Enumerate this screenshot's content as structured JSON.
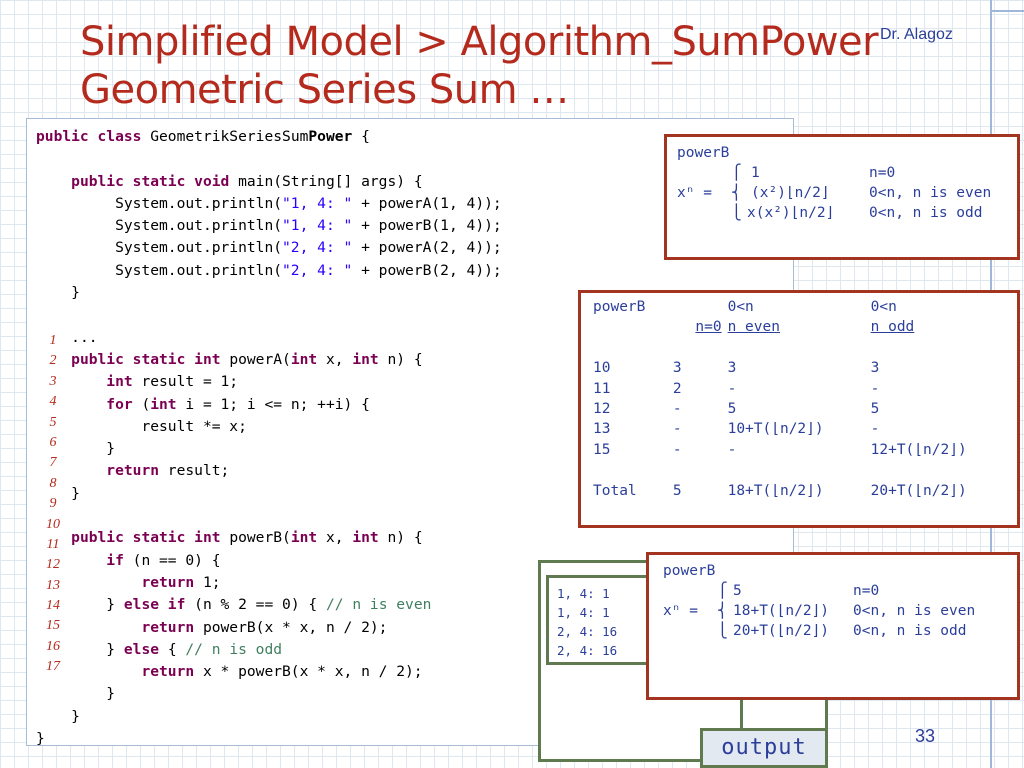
{
  "slide": {
    "title_line1": "Simplified Model > Algorithm_SumPower",
    "title_line2": "Geometric Series Sum …",
    "author": "Dr. Alagoz",
    "page_number": "33",
    "colors": {
      "title": "#b42a1c",
      "accent": "#2b3f9a",
      "keyword": "#7b0052",
      "string": "#2a00ff",
      "comment": "#3f7f5f",
      "box_border": "#a33420",
      "output_border": "#5e7a4e"
    }
  },
  "code": {
    "l1": {
      "k1": "public class ",
      "n1": "GeometrikSeriesSum",
      "b1": "Power",
      "n2": " {"
    },
    "l3": {
      "k1": "public static void ",
      "n1": "main(String[] args) {"
    },
    "l4": {
      "n1": "System.out.println(",
      "s1": "\"1, 4: \"",
      "n2": " + powerA(1, 4));"
    },
    "l5": {
      "n1": "System.out.println(",
      "s1": "\"1, 4: \"",
      "n2": " + powerB(1, 4));"
    },
    "l6": {
      "n1": "System.out.println(",
      "s1": "\"2, 4: \"",
      "n2": " + powerA(2, 4));"
    },
    "l7": {
      "n1": "System.out.println(",
      "s1": "\"2, 4: \"",
      "n2": " + powerB(2, 4));"
    },
    "l8": {
      "n1": "}"
    },
    "l10": {
      "n1": "..."
    },
    "l11": {
      "k1": "public static int ",
      "n1": "powerA(",
      "k2": "int",
      "n2": " x, ",
      "k3": "int",
      "n3": " n) {"
    },
    "l12": {
      "k1": "int",
      "n1": " result = 1;"
    },
    "l13": {
      "k1": "for",
      "n1": " (",
      "k2": "int",
      "n2": " i = 1; i <= n; ++i) {"
    },
    "l14": {
      "n1": "result *= x;"
    },
    "l15": {
      "n1": "}"
    },
    "l16": {
      "k1": "return",
      "n1": " result;"
    },
    "l17": {
      "n1": "}"
    },
    "l19": {
      "k1": "public static int ",
      "n1": "powerB(",
      "k2": "int",
      "n2": " x, ",
      "k3": "int",
      "n3": " n) {"
    },
    "l20": {
      "k1": "if",
      "n1": " (n == 0) {"
    },
    "l21": {
      "k1": "return",
      "n1": " 1;"
    },
    "l22": {
      "n1": "} ",
      "k1": "else if",
      "n2": " (n % 2 == 0) { ",
      "c1": "// n is even"
    },
    "l23": {
      "k1": "return",
      "n1": " powerB(x * x, n / 2);"
    },
    "l24": {
      "n1": "} ",
      "k1": "else",
      "n2": " { ",
      "c1": "// n is odd"
    },
    "l25": {
      "k1": "return",
      "n1": " x * powerB(x * x, n / 2);"
    },
    "l26": {
      "n1": "}"
    },
    "l27": {
      "n1": "}"
    },
    "l28": {
      "n1": "}"
    }
  },
  "line_numbers": [
    "1",
    "2",
    "3",
    "4",
    "5",
    "6",
    "7",
    "8",
    "9",
    "10",
    "11",
    "12",
    "13",
    "14",
    "15",
    "16",
    "17"
  ],
  "formula_box": {
    "label": "powerB",
    "lhs": "xⁿ =",
    "brace_top": "⎧",
    "brace_mid": "⎨",
    "brace_bot": "⎩",
    "cases": [
      {
        "expr": "1",
        "cond": "n=0"
      },
      {
        "expr": "(x²)⌊n/2⌋",
        "cond": "0<n, n is even"
      },
      {
        "expr": "x(x²)⌊n/2⌋",
        "cond": "0<n, n is odd"
      }
    ]
  },
  "cost_table": {
    "header1": [
      "powerB",
      "",
      "0<n",
      "0<n"
    ],
    "header2": [
      "",
      "n=0",
      "n even",
      "n odd"
    ],
    "rows": [
      [
        "10",
        "3",
        "3",
        "3"
      ],
      [
        "11",
        "2",
        "-",
        "-"
      ],
      [
        "12",
        "-",
        "5",
        "5"
      ],
      [
        "13",
        "-",
        "10+T(⌊n/2⌋)",
        "-"
      ],
      [
        "15",
        "-",
        "-",
        "12+T(⌊n/2⌋)"
      ]
    ],
    "total": [
      "Total",
      "5",
      "18+T(⌊n/2⌋)",
      "20+T(⌊n/2⌋)"
    ]
  },
  "recurrence_box": {
    "label": "powerB",
    "lhs": "xⁿ =",
    "brace_top": "⎧",
    "brace_mid": "⎨",
    "brace_bot": "⎩",
    "cases": [
      {
        "expr": "5",
        "cond": "n=0"
      },
      {
        "expr": "18+T(⌊n/2⌋)",
        "cond": "0<n, n is even"
      },
      {
        "expr": "20+T(⌊n/2⌋)",
        "cond": "0<n, n is odd"
      }
    ]
  },
  "output": {
    "label": "output",
    "lines": [
      "1, 4: 1",
      "1, 4: 1",
      "2, 4: 16",
      "2, 4: 16"
    ]
  }
}
